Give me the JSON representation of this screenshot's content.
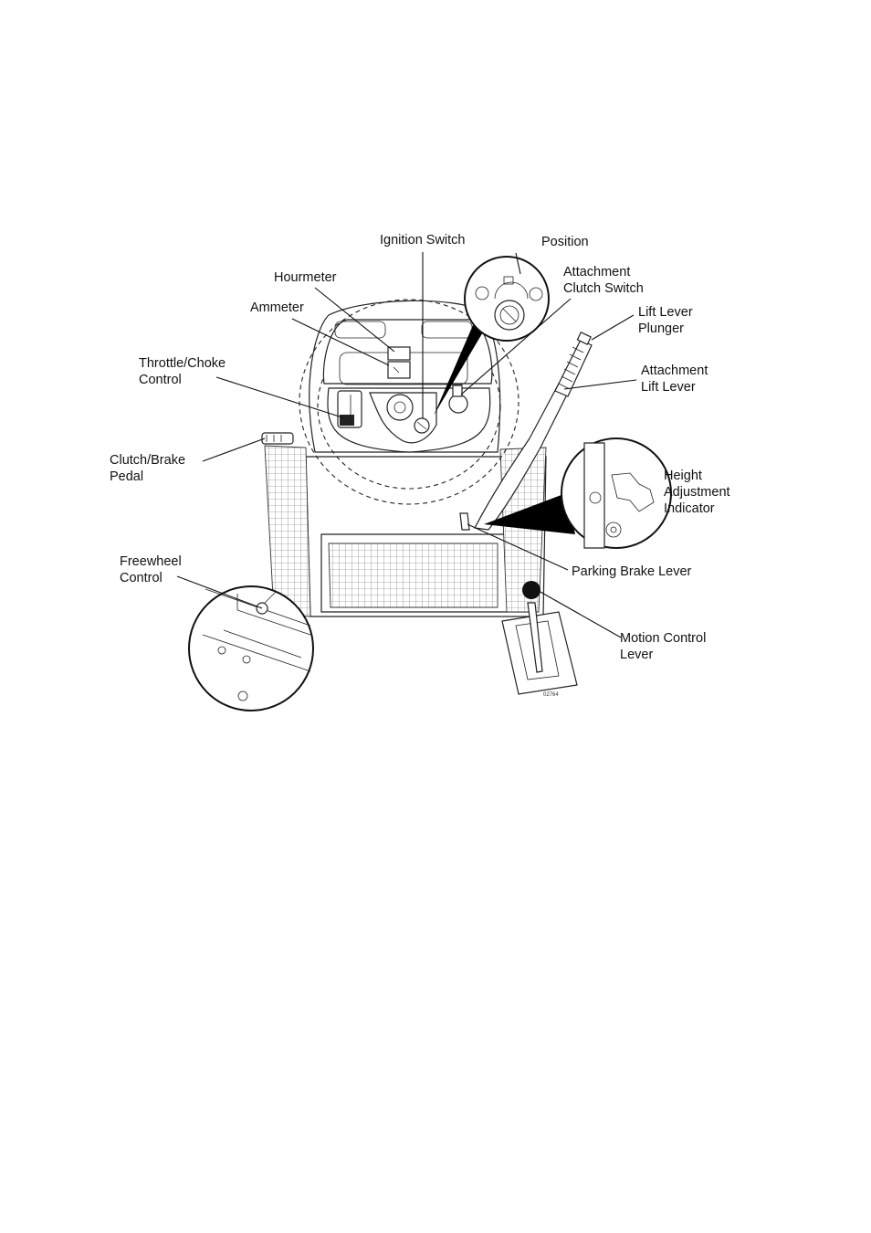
{
  "labels": {
    "ignition_switch": "Ignition Switch",
    "position": "Position",
    "hourmeter": "Hourmeter",
    "attachment_clutch_switch": [
      "Attachment",
      "Clutch Switch"
    ],
    "ammeter": "Ammeter",
    "lift_lever_plunger": [
      "Lift Lever",
      "Plunger"
    ],
    "throttle_choke_control": [
      "Throttle/Choke",
      "Control"
    ],
    "attachment_lift_lever": [
      "Attachment",
      "Lift Lever"
    ],
    "clutch_brake_pedal": [
      "Clutch/Brake",
      "Pedal"
    ],
    "height_adjustment_indicator": [
      "Height",
      "Adjustment",
      "Indicator"
    ],
    "freewheel_control": [
      "Freewheel",
      "Control"
    ],
    "parking_brake_lever": "Parking Brake Lever",
    "motion_control_lever": [
      "Motion Control",
      "Lever"
    ]
  },
  "figure_code": "02764"
}
